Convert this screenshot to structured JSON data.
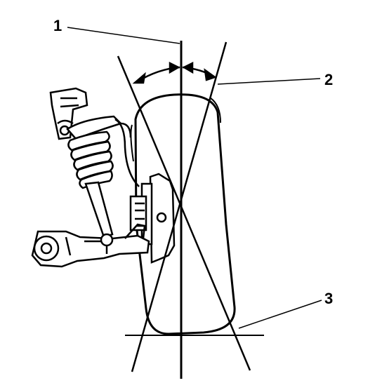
{
  "diagram": {
    "callouts": [
      {
        "id": "1",
        "text": "1"
      },
      {
        "id": "2",
        "text": "2"
      },
      {
        "id": "3",
        "text": "3"
      }
    ]
  },
  "colors": {
    "ink": "#000000",
    "paper": "#ffffff"
  }
}
